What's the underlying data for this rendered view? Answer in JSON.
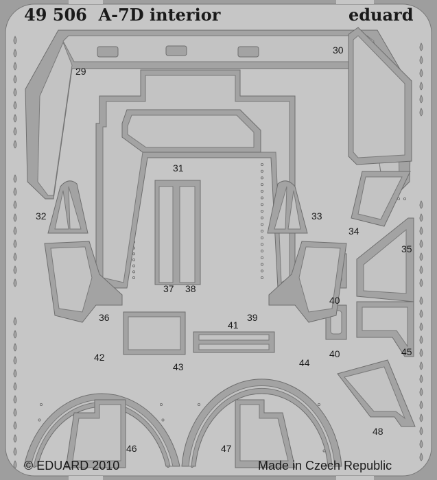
{
  "header": {
    "title": "49 506  A-7D interior",
    "brand": "eduard"
  },
  "footer": {
    "copyright": "© EDUARD 2010",
    "origin": "Made in Czech Republic"
  },
  "parts": {
    "p29": "29",
    "p30": "30",
    "p31": "31",
    "p32": "32",
    "p33": "33",
    "p34": "34",
    "p35": "35",
    "p36": "36",
    "p37": "37",
    "p38": "38",
    "p39": "39",
    "p40a": "40",
    "p40b": "40",
    "p41": "41",
    "p42": "42",
    "p43": "43",
    "p44": "44",
    "p45": "45",
    "p46": "46",
    "p47": "47",
    "p48": "48"
  },
  "colors": {
    "sheet": "#c6c6c6",
    "frame": "#9e9e9e",
    "part": "#a3a3a3",
    "text": "#1a1a1a"
  }
}
